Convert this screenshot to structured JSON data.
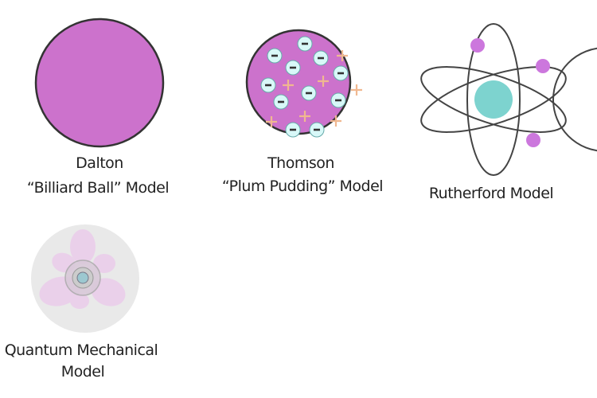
{
  "models": [
    {
      "name": "dalton",
      "label_lines": [
        "Dalton",
        "“Billiard Ball” Model"
      ]
    },
    {
      "name": "thomson",
      "label_lines": [
        "Thomson",
        "“Plum Pudding” Model"
      ],
      "electron_symbol": "−",
      "positive_symbol": "+"
    },
    {
      "name": "rutherford",
      "label_lines": [
        "Rutherford Model"
      ]
    },
    {
      "name": "quantum",
      "label_lines": [
        "Quantum Mechanical",
        "Model"
      ]
    }
  ],
  "colors": {
    "sphere": "#cc72cc",
    "outline": "#333333",
    "electron_fill": "#d8f8f8",
    "positive": "#f0b890",
    "nucleus": "#7dd3cf",
    "orbit_electron": "#cc77dd",
    "quantum_bg": "#e9e9e9",
    "quantum_lobe": "#ead0ea"
  }
}
